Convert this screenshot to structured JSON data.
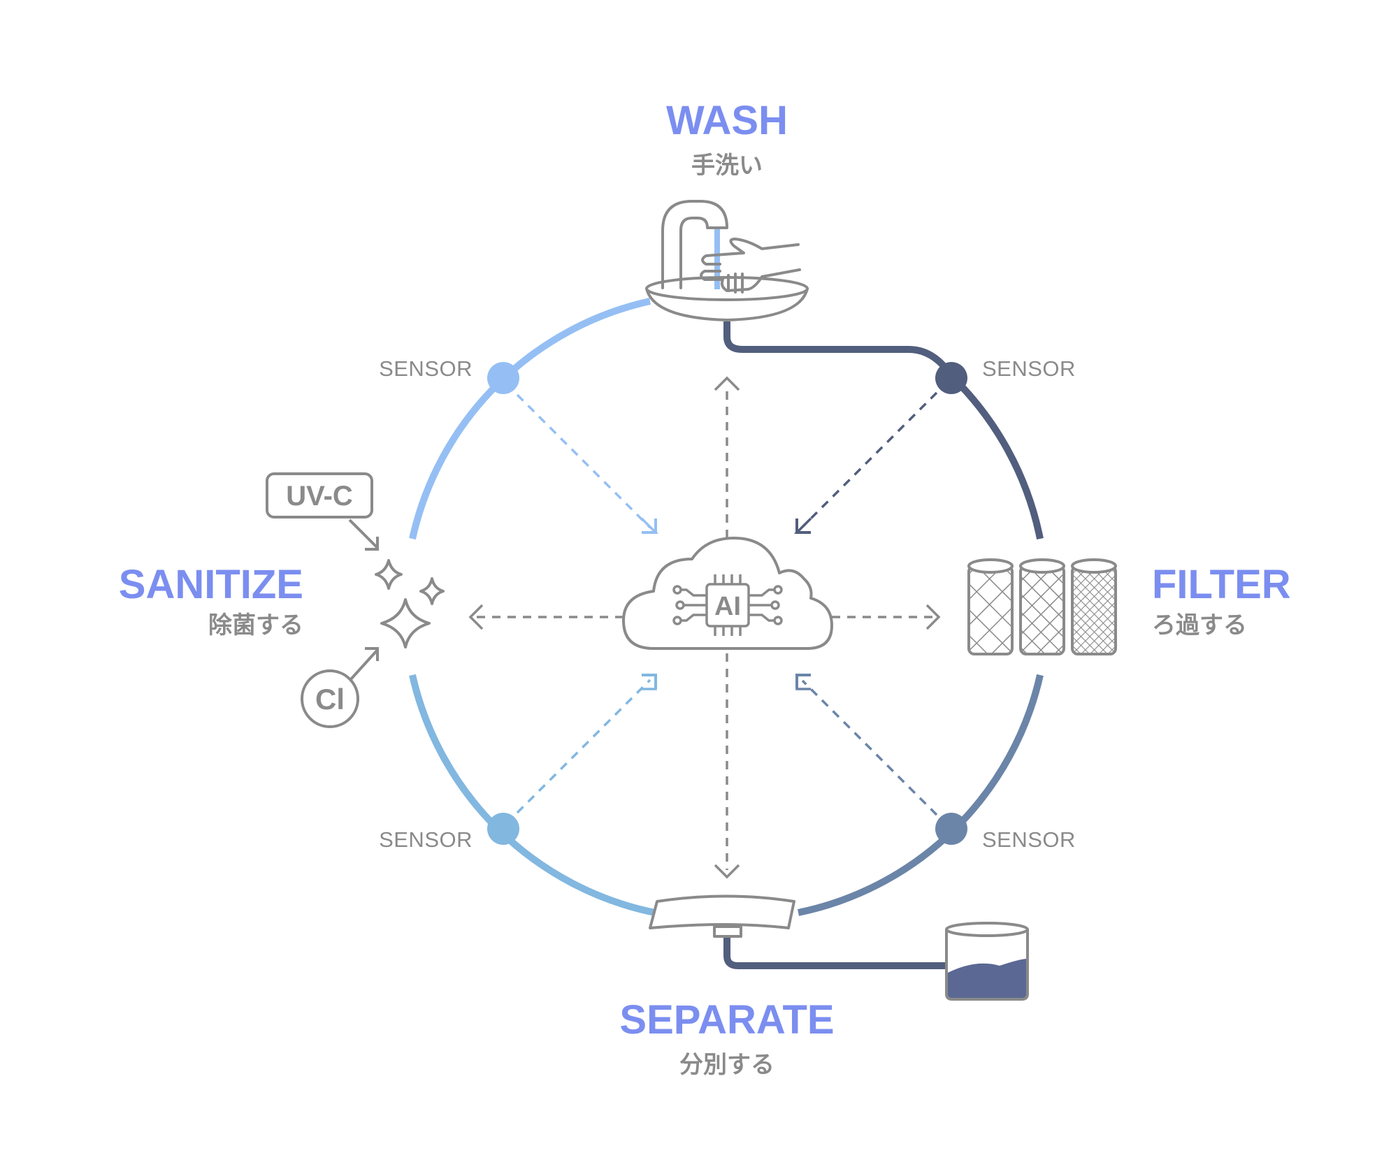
{
  "steps": {
    "wash": {
      "title": "WASH",
      "subtitle": "手洗い"
    },
    "filter": {
      "title": "FILTER",
      "subtitle": "ろ過する"
    },
    "separate": {
      "title": "SEPARATE",
      "subtitle": "分別する"
    },
    "sanitize": {
      "title": "SANITIZE",
      "subtitle": "除菌する"
    }
  },
  "sensors": {
    "top_left": "SENSOR",
    "top_right": "SENSOR",
    "bottom_left": "SENSOR",
    "bottom_right": "SENSOR"
  },
  "hub": {
    "label": "AI",
    "icon": "cloud-ai-chip-icon"
  },
  "sanitize_methods": {
    "uv": "UV-C",
    "chlorine": "Cl"
  },
  "colors": {
    "title": "#7b8ef0",
    "text_gray": "#8a8a8a",
    "light_blue": "#95bff4",
    "mid_blue": "#82b7e0",
    "slate": "#6b85a8",
    "dark_navy": "#525e7d",
    "water_fill": "#5b6893"
  }
}
